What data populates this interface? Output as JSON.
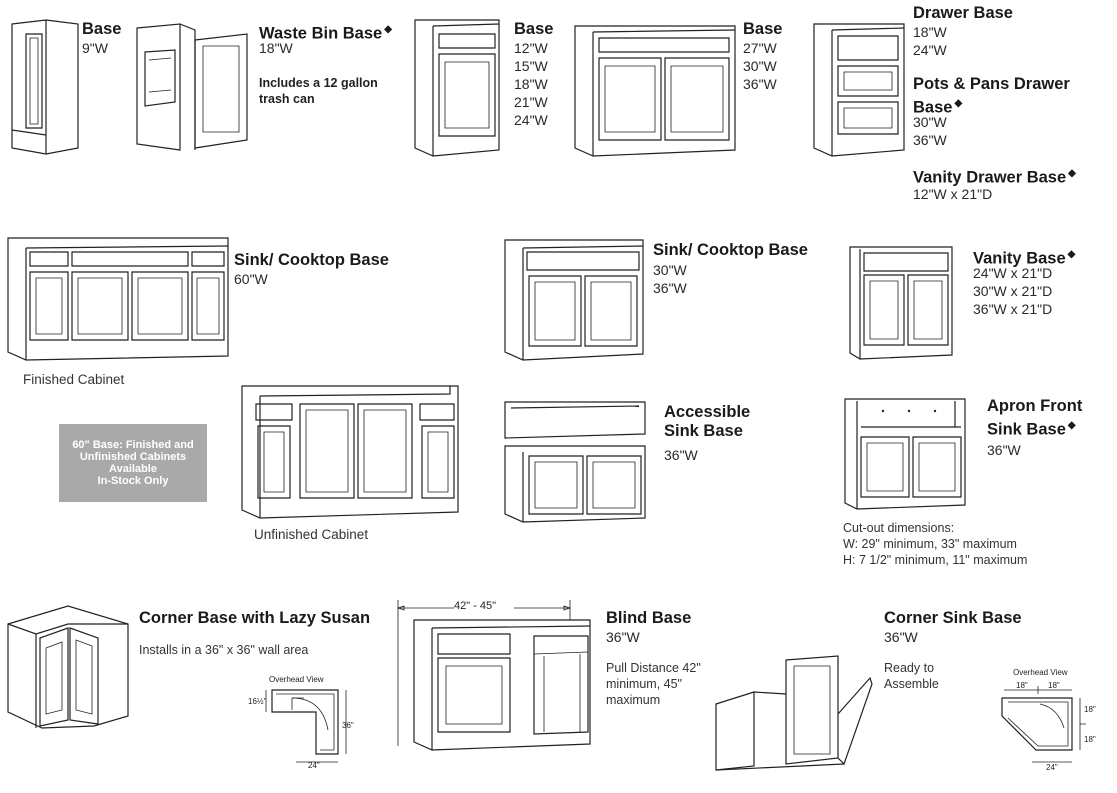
{
  "diamond": "◆",
  "base9": {
    "title": "Base",
    "sizes": [
      "9\"W"
    ]
  },
  "waste": {
    "title": "Waste Bin Base",
    "sizes": [
      "18\"W"
    ],
    "note": "Includes a 12 gallon trash can"
  },
  "base12": {
    "title": "Base",
    "sizes": [
      "12\"W",
      "15\"W",
      "18\"W",
      "21\"W",
      "24\"W"
    ]
  },
  "base27": {
    "title": "Base",
    "sizes": [
      "27\"W",
      "30\"W",
      "36\"W"
    ]
  },
  "drawer": {
    "title": "Drawer Base",
    "sizes": [
      "18\"W",
      "24\"W"
    ]
  },
  "pots": {
    "title_line1": "Pots & Pans Drawer",
    "title_line2": "Base",
    "sizes": [
      "30\"W",
      "36\"W"
    ]
  },
  "vanity_drawer": {
    "title": "Vanity Drawer Base",
    "sizes": [
      "12\"W x 21\"D"
    ]
  },
  "sink60": {
    "title": "Sink/ Cooktop Base",
    "sizes": [
      "60\"W"
    ],
    "caption_finished": "Finished Cabinet",
    "caption_unfinished": "Unfinished Cabinet"
  },
  "stock_box": {
    "line1": "60\" Base: Finished and",
    "line2": "Unfinished Cabinets",
    "line3": "Available",
    "line4": "In-Stock Only"
  },
  "sink30": {
    "title": "Sink/ Cooktop Base",
    "sizes": [
      "30\"W",
      "36\"W"
    ]
  },
  "vanity": {
    "title": "Vanity Base",
    "sizes": [
      "24\"W x 21\"D",
      "30\"W x 21\"D",
      "36\"W x 21\"D"
    ]
  },
  "accessible": {
    "title_line1": "Accessible",
    "title_line2": "Sink Base",
    "sizes": [
      "36\"W"
    ]
  },
  "apron": {
    "title_line1": "Apron Front",
    "title_line2": "Sink Base",
    "sizes": [
      "36\"W"
    ],
    "cutout_title": "Cut-out dimensions:",
    "cutout_w": "W: 29\" minimum, 33\" maximum",
    "cutout_h": "H: 7 1/2\" minimum, 11\" maximum"
  },
  "lazy": {
    "title": "Corner Base with Lazy Susan",
    "note": "Installs in a 36\" x 36\" wall area",
    "overhead": "Overhead View",
    "dim_a": "16½\"",
    "dim_b": "36\"",
    "dim_c": "24\""
  },
  "blind": {
    "title": "Blind Base",
    "sizes": [
      "36\"W"
    ],
    "note_line1": "Pull Distance 42\"",
    "note_line2": "minimum, 45\"",
    "note_line3": "maximum",
    "dim": "42\" - 45\""
  },
  "corner_sink": {
    "title": "Corner Sink Base",
    "sizes": [
      "36\"W"
    ],
    "note_line1": "Ready to",
    "note_line2": "Assemble",
    "overhead": "Overhead View",
    "dim_top1": "18\"",
    "dim_top2": "18\"",
    "dim_r1": "18\"",
    "dim_r2": "18\"",
    "dim_bottom": "24\""
  }
}
